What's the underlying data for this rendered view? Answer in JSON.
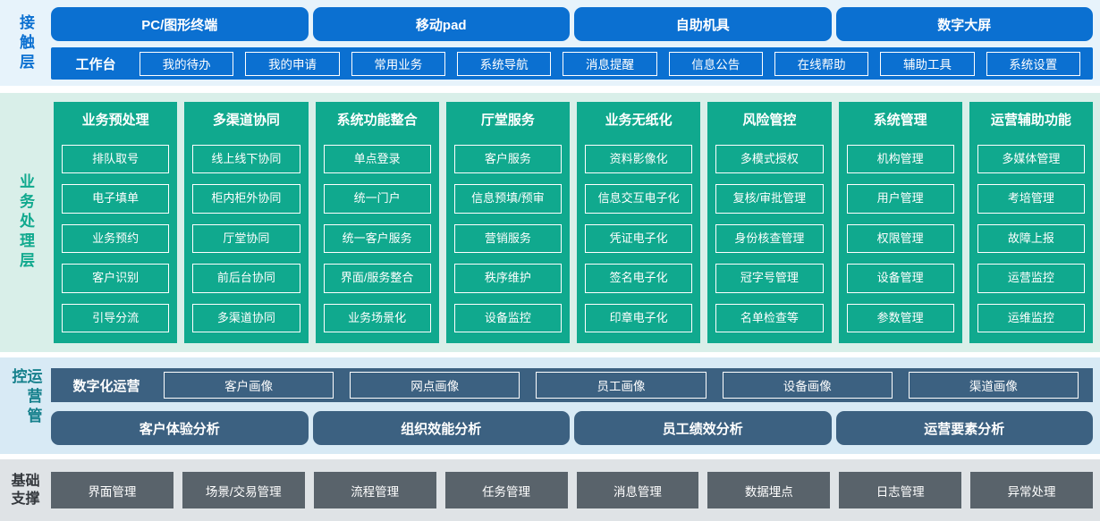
{
  "colors": {
    "blue": "#0b70d1",
    "contact_bg": "#e7f3fb",
    "green": "#10a98e",
    "business_bg": "#d9efe9",
    "slate": "#3c6181",
    "ops_bg": "#d8eaf5",
    "gray_box": "#59636b",
    "foundation_bg": "#dfe3e6",
    "ops_label_color": "#15808c",
    "foundation_label_color": "#33373c"
  },
  "contact": {
    "label": "接触层",
    "terminals": [
      "PC/图形终端",
      "移动pad",
      "自助机具",
      "数字大屏"
    ],
    "workbench": {
      "label": "工作台",
      "items": [
        "我的待办",
        "我的申请",
        "常用业务",
        "系统导航",
        "消息提醒",
        "信息公告",
        "在线帮助",
        "辅助工具",
        "系统设置"
      ]
    }
  },
  "business": {
    "label": "业务处理层",
    "columns": [
      {
        "title": "业务预处理",
        "items": [
          "排队取号",
          "电子填单",
          "业务预约",
          "客户识别",
          "引导分流"
        ]
      },
      {
        "title": "多渠道协同",
        "items": [
          "线上线下协同",
          "柜内柜外协同",
          "厅堂协同",
          "前后台协同",
          "多渠道协同"
        ]
      },
      {
        "title": "系统功能整合",
        "items": [
          "单点登录",
          "统一门户",
          "统一客户服务",
          "界面/服务整合",
          "业务场景化"
        ]
      },
      {
        "title": "厅堂服务",
        "items": [
          "客户服务",
          "信息预填/预审",
          "营销服务",
          "秩序维护",
          "设备监控"
        ]
      },
      {
        "title": "业务无纸化",
        "items": [
          "资料影像化",
          "信息交互电子化",
          "凭证电子化",
          "签名电子化",
          "印章电子化"
        ]
      },
      {
        "title": "风险管控",
        "items": [
          "多模式授权",
          "复核/审批管理",
          "身份核查管理",
          "冠字号管理",
          "名单检查等"
        ]
      },
      {
        "title": "系统管理",
        "items": [
          "机构管理",
          "用户管理",
          "权限管理",
          "设备管理",
          "参数管理"
        ]
      },
      {
        "title": "运营辅助功能",
        "items": [
          "多媒体管理",
          "考培管理",
          "故障上报",
          "运营监控",
          "运维监控"
        ]
      }
    ]
  },
  "operations": {
    "label": "运营管控",
    "digital_row": {
      "label": "数字化运营",
      "items": [
        "客户画像",
        "网点画像",
        "员工画像",
        "设备画像",
        "渠道画像"
      ]
    },
    "analysis_row": [
      "客户体验分析",
      "组织效能分析",
      "员工绩效分析",
      "运营要素分析"
    ]
  },
  "foundation": {
    "label": "基础支撑",
    "items": [
      "界面管理",
      "场景/交易管理",
      "流程管理",
      "任务管理",
      "消息管理",
      "数据埋点",
      "日志管理",
      "异常处理"
    ]
  }
}
